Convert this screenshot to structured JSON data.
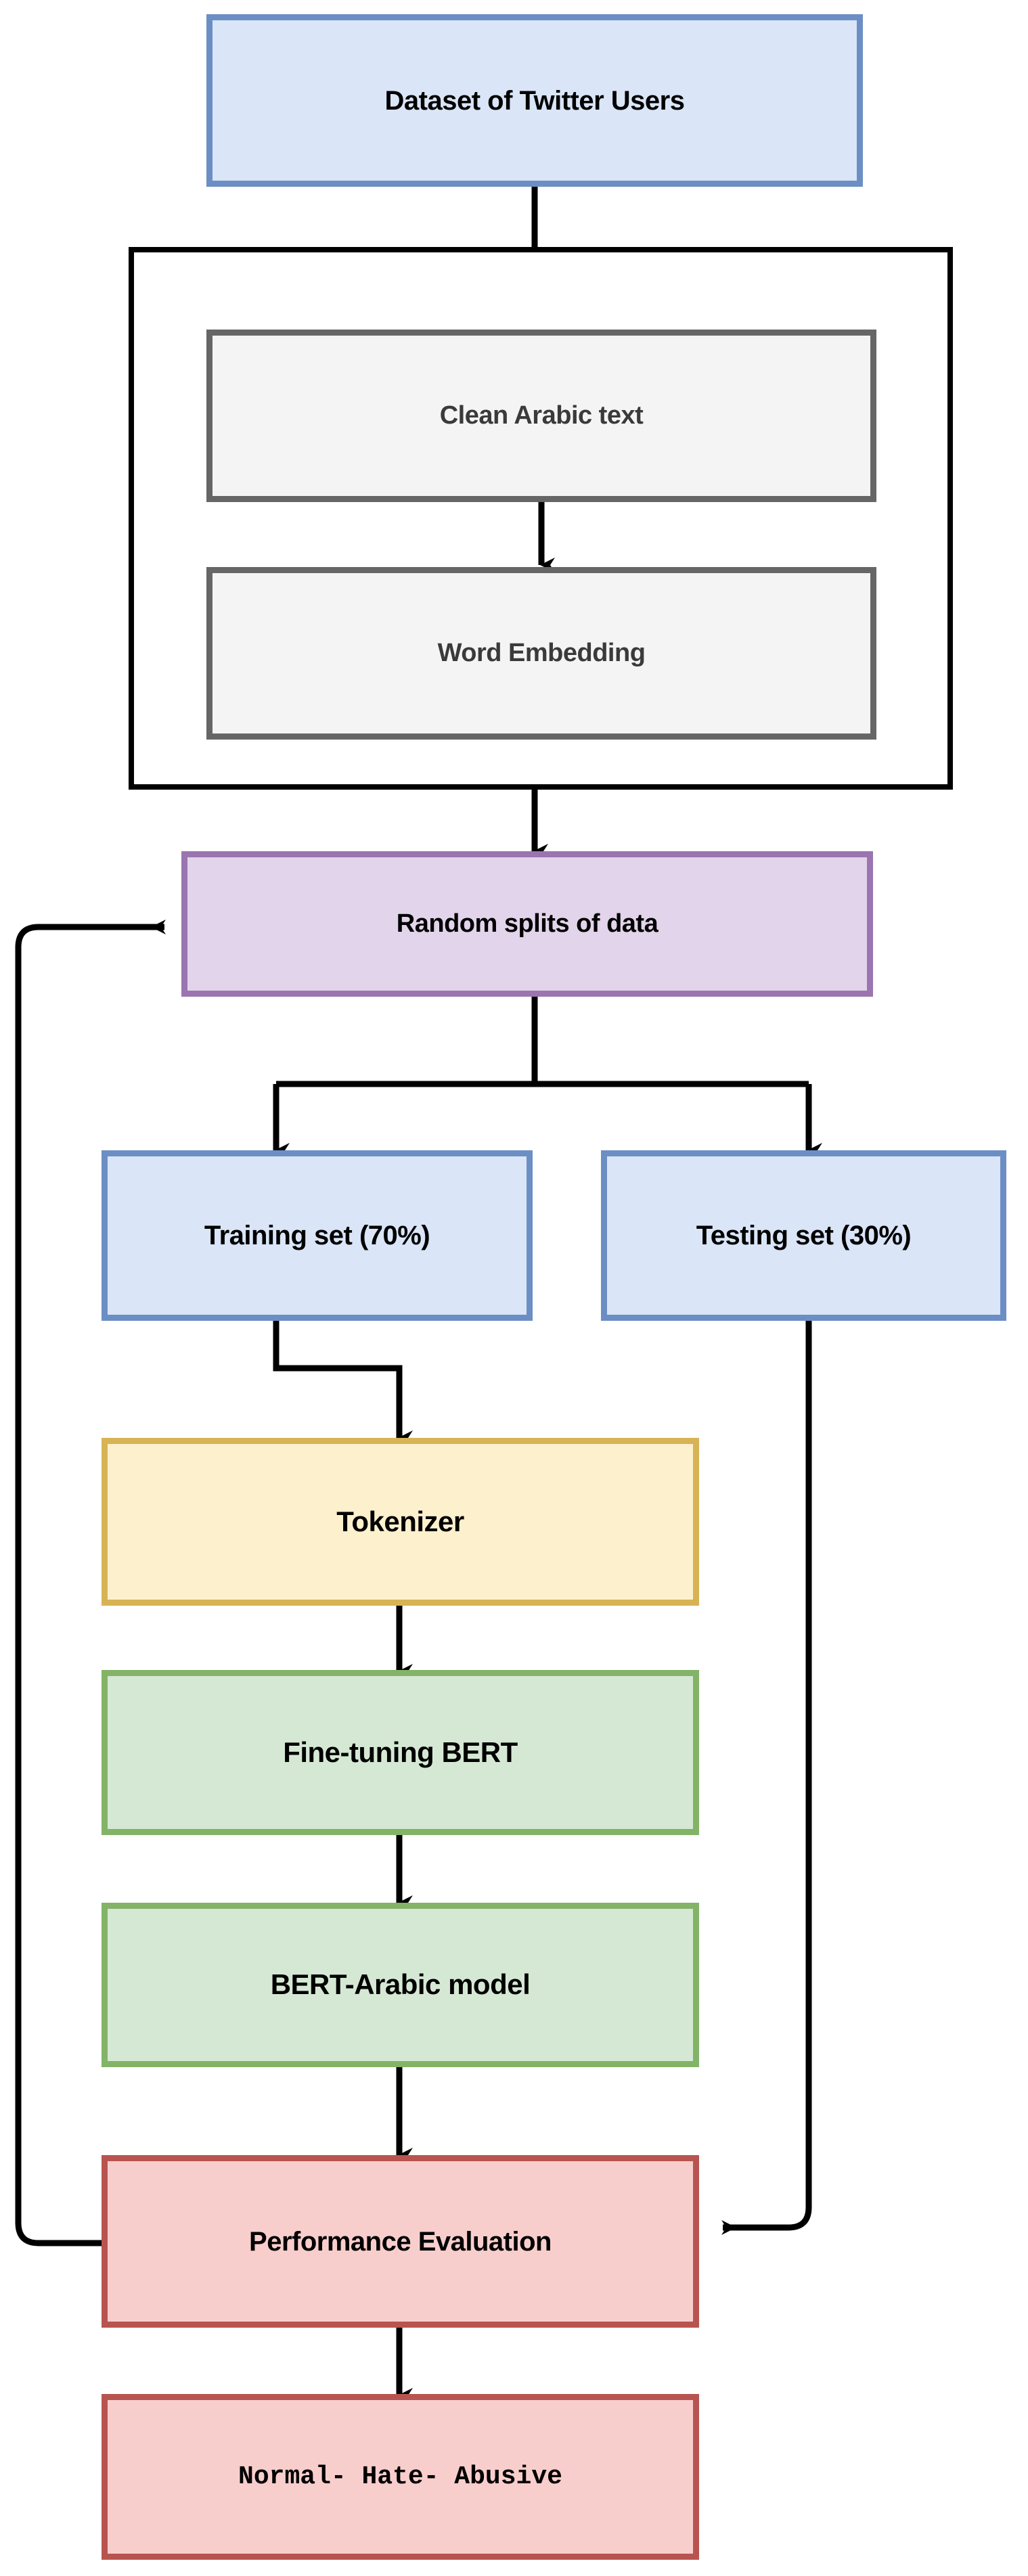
{
  "diagram": {
    "title": "Arabic hate/abusive speech detection methodology flowchart",
    "orientation": "top-to-bottom",
    "colors": {
      "blue_fill": "#dae5f7",
      "blue_border": "#6b8fc4",
      "gray_fill": "#f4f4f4",
      "gray_border": "#666666",
      "purple_fill": "#e2d4ea",
      "purple_border": "#9a75b0",
      "yellow_fill": "#fdf0cd",
      "yellow_border": "#d7b355",
      "green_fill": "#d5e8d4",
      "green_border": "#82b366",
      "red_fill": "#f8cecc",
      "red_border": "#b85450",
      "edge": "#000000",
      "group_border": "#000000"
    },
    "nodes": {
      "dataset": {
        "label": "Dataset of Twitter Users"
      },
      "clean_text": {
        "label": "Clean Arabic text"
      },
      "word_embedding": {
        "label": "Word Embedding"
      },
      "random_splits": {
        "label": "Random splits of data"
      },
      "training_set": {
        "label": "Training set (70%)"
      },
      "testing_set": {
        "label": "Testing set (30%)"
      },
      "tokenizer": {
        "label": "Tokenizer"
      },
      "fine_tuning": {
        "label": "Fine-tuning BERT"
      },
      "bert_arabic": {
        "label": "BERT-Arabic model"
      },
      "performance": {
        "label": "Performance Evaluation"
      },
      "output_classes": {
        "label": "Normal- Hate- Abusive"
      }
    },
    "edges": [
      {
        "from": "dataset",
        "to": "preprocessing_group",
        "kind": "straight-down"
      },
      {
        "from": "clean_text",
        "to": "word_embedding",
        "kind": "arrow-down"
      },
      {
        "from": "preprocessing_group",
        "to": "random_splits",
        "kind": "arrow-down"
      },
      {
        "from": "random_splits",
        "to": "training_set",
        "kind": "split-arrow-down-left"
      },
      {
        "from": "random_splits",
        "to": "testing_set",
        "kind": "split-arrow-down-right"
      },
      {
        "from": "training_set",
        "to": "tokenizer",
        "kind": "elbow-arrow-down"
      },
      {
        "from": "tokenizer",
        "to": "fine_tuning",
        "kind": "arrow-down"
      },
      {
        "from": "fine_tuning",
        "to": "bert_arabic",
        "kind": "arrow-down"
      },
      {
        "from": "bert_arabic",
        "to": "performance",
        "kind": "arrow-down"
      },
      {
        "from": "testing_set",
        "to": "performance",
        "kind": "elbow-arrow-left"
      },
      {
        "from": "performance",
        "to": "random_splits",
        "kind": "feedback-loop-left"
      },
      {
        "from": "performance",
        "to": "output_classes",
        "kind": "arrow-down"
      }
    ]
  }
}
